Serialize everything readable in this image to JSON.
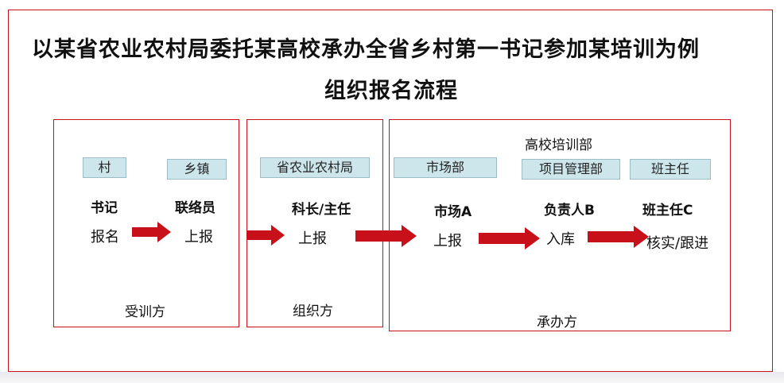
{
  "title": {
    "line1": "以某省农业农村局委托某高校承办全省乡村第一书记参加某培训为例",
    "line2": "组织报名流程"
  },
  "panels": {
    "trainee": {
      "party": "受训方",
      "tag_village": "村",
      "tag_town": "乡镇",
      "role_secretary": "书记",
      "role_liaison": "联络员",
      "act_signup": "报名",
      "act_report": "上报"
    },
    "organizer": {
      "party": "组织方",
      "tag": "省农业农村局",
      "role": "科长/主任",
      "act": "上报"
    },
    "host": {
      "party": "承办方",
      "header": "高校培训部",
      "tag_market": "市场部",
      "tag_project": "项目管理部",
      "tag_class": "班主任",
      "role_market": "市场A",
      "role_lead": "负责人B",
      "role_class": "班主任C",
      "act_report": "上报",
      "act_enter": "入库",
      "act_verify": "核实/跟进"
    }
  },
  "colors": {
    "border": "#c8101a",
    "arrow": "#c8101a",
    "tag_fill": "#cde6ec"
  }
}
